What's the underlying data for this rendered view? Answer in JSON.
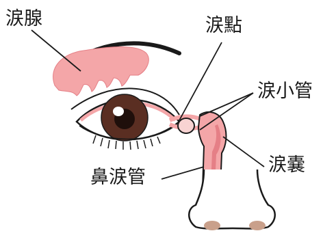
{
  "labels": {
    "lacrimal_gland": "涙腺",
    "lacrimal_punctum": "涙點",
    "lacrimal_canaliculi": "涙小管",
    "lacrimal_sac": "涙嚢",
    "nasolacrimal_duct": "鼻涙管"
  },
  "colors": {
    "outline": "#1a1a1a",
    "tissue": "#f4a6a8",
    "tissue_light": "#f8d3d2",
    "tissue_dark": "#e57f86",
    "iris": "#5a2e22",
    "pupil": "#1f0f0b",
    "skin": "#ffffff"
  }
}
